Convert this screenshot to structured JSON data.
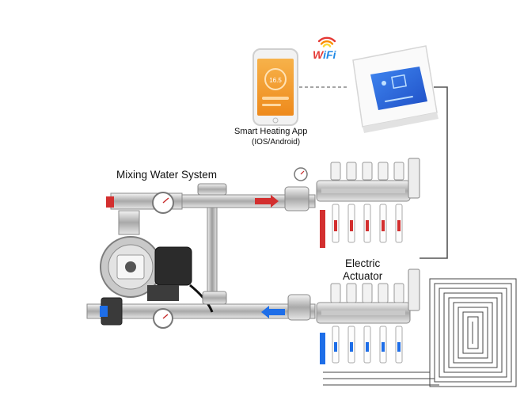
{
  "labels": {
    "mixing_title": "Mixing Water System",
    "app_name": "Smart Heating App",
    "app_os": "(IOS/Android)",
    "actuator_line1": "Electric",
    "actuator_line2": "Actuator",
    "wifi_w": "W",
    "wifi_rest": "iFi"
  },
  "phone": {
    "screen_temp": "16.5"
  },
  "colors": {
    "thermostat_screen": "#2f6fe0",
    "phone_screen": "#f39b2f",
    "flow_red": "#d32f2f",
    "flow_blue": "#1e6ee8",
    "brass": "#b9b9b9",
    "actuator_white": "#f2f2f2"
  },
  "icons": [
    "wifi-icon",
    "phone-icon",
    "thermostat-icon",
    "pump-icon",
    "gauge-icon",
    "floor-heating-coil-icon"
  ]
}
